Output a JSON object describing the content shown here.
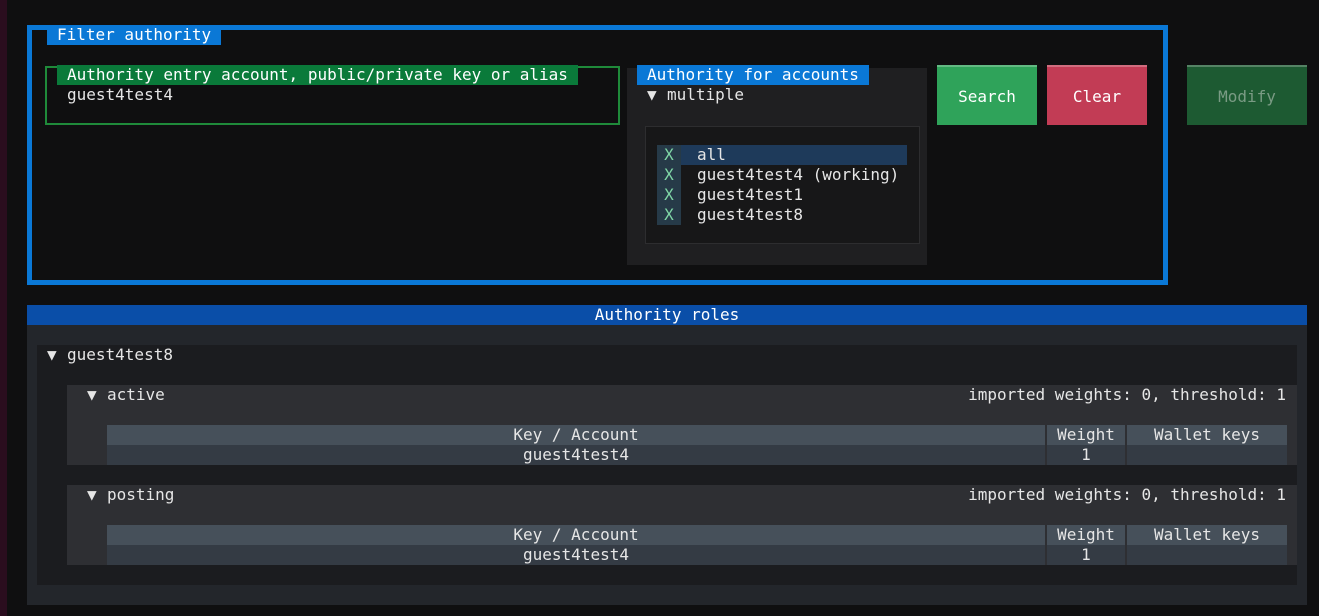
{
  "filter": {
    "title": "Filter authority",
    "entry_label": "Authority entry account, public/private key or alias",
    "entry_value": "guest4test4",
    "accounts_label": "Authority for accounts",
    "accounts_mode": "multiple",
    "accounts": [
      {
        "mark": "X",
        "name": "all",
        "selected": true
      },
      {
        "mark": "X",
        "name": "guest4test4 (working)",
        "selected": false
      },
      {
        "mark": "X",
        "name": "guest4test1",
        "selected": false
      },
      {
        "mark": "X",
        "name": "guest4test8",
        "selected": false
      }
    ],
    "search_label": "Search",
    "clear_label": "Clear",
    "modify_label": "Modify"
  },
  "roles": {
    "title": "Authority roles",
    "account": "guest4test8",
    "tree_icon": "▼",
    "columns": {
      "key": "Key / Account",
      "weight": "Weight",
      "wallet": "Wallet keys"
    },
    "items": [
      {
        "name": "active",
        "info": "imported weights: 0, threshold: 1",
        "rows": [
          {
            "key": "guest4test4",
            "weight": "1",
            "wallet": ""
          }
        ]
      },
      {
        "name": "posting",
        "info": "imported weights: 0, threshold: 1",
        "rows": [
          {
            "key": "guest4test4",
            "weight": "1",
            "wallet": ""
          }
        ]
      }
    ]
  },
  "colors": {
    "filter_border": "#0a78d6",
    "entry_border": "#1f8a3a",
    "search": "#2fa35a",
    "clear": "#c23c55",
    "modify": "#1d5a32",
    "roles_header": "#0a4ea8"
  }
}
